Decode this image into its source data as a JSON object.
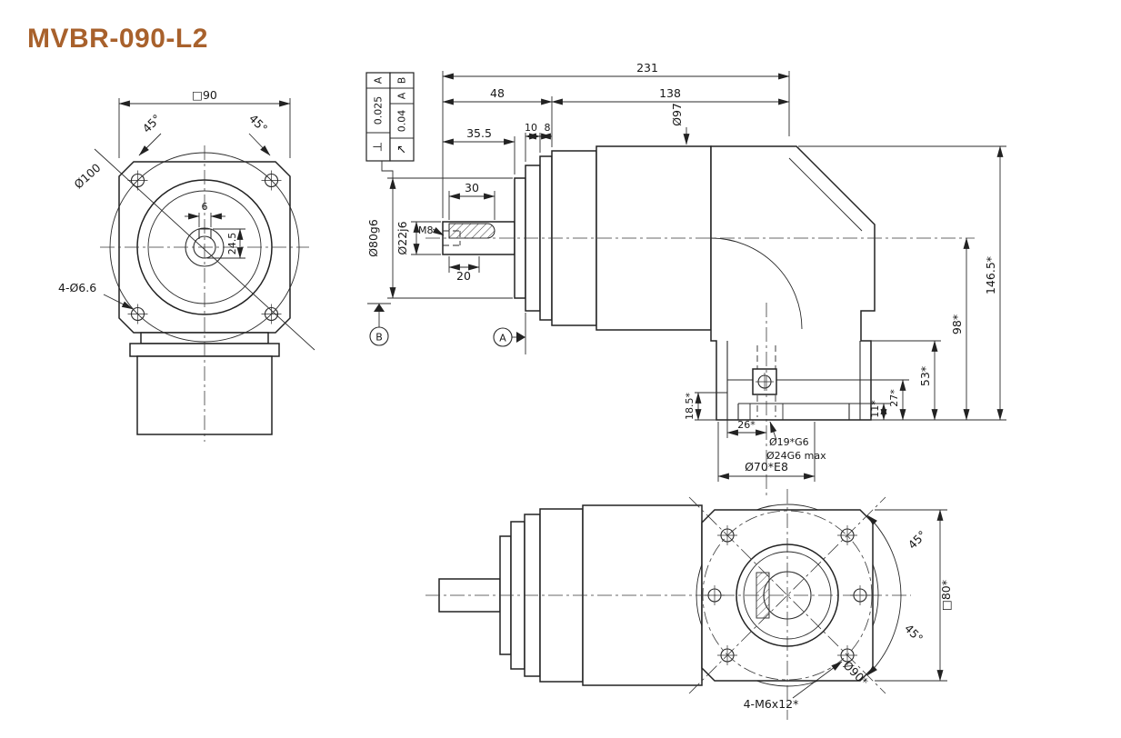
{
  "title": "MVBR-090-L2",
  "accent_color": "#a8612c",
  "line_color": "#222222",
  "front_view": {
    "square": "□90",
    "angle_left": "45°",
    "angle_right": "45°",
    "bolt_circle": "Ø100",
    "key_width": "6",
    "key_depth": "24.5",
    "holes": "4-Ø6.6"
  },
  "side_view": {
    "overall": "231",
    "front_len": "48",
    "body_len": "138",
    "shaft_len": "35.5",
    "dim_10": "10",
    "dim_8": "8",
    "key_len": "30",
    "key_pos": "20",
    "shaft_dia": "Ø22j6",
    "pilot_dia": "Ø80g6",
    "tap": "M8",
    "body_dia": "Ø97",
    "h_total": "146.5*",
    "h_axis": "98*",
    "h_head": "53*",
    "h_flange": "27*",
    "h_pilot": "11*",
    "off_left": "18.5*",
    "off_center": "26*",
    "bore": "Ø19*G6",
    "bore_max": "Ø24G6 max",
    "out_pilot": "Ø70*E8",
    "datum_a": "A",
    "datum_b": "B",
    "fcf_perp": {
      "symbol": "⊥",
      "value": "0.025",
      "datum": "A"
    },
    "fcf_runout": {
      "symbol": "↗",
      "value": "0.04",
      "datum_a": "A",
      "datum_b": "B"
    }
  },
  "bottom_view": {
    "angle_top": "45°",
    "angle_bottom": "45°",
    "square": "□80*",
    "bolt_circle": "Ø90*",
    "holes": "4-M6x12*"
  }
}
